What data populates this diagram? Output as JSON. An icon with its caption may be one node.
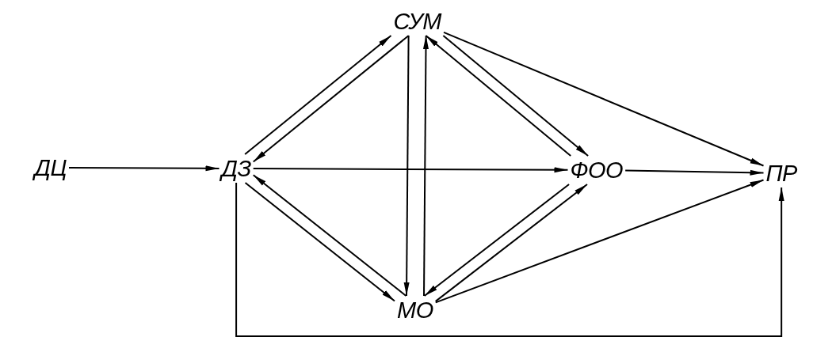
{
  "diagram": {
    "nodes": [
      {
        "text": [
          "ДЦ"
        ]
      },
      {
        "text": [
          "ДЗ"
        ]
      },
      {
        "text": [
          "СУМ"
        ]
      },
      {
        "text": [
          "ФОО"
        ]
      },
      {
        "text": [
          "МО"
        ]
      },
      {
        "text": [
          "ПР"
        ]
      }
    ],
    "edges": [
      {
        "from": 0,
        "to": 1,
        "arrow": "to"
      },
      {
        "from": 1,
        "to": 2,
        "arrow": "to"
      },
      {
        "from": 2,
        "to": 1,
        "arrow": "to"
      },
      {
        "from": 1,
        "to": 3,
        "arrow": "to"
      },
      {
        "from": 1,
        "to": 4,
        "arrow": "to"
      },
      {
        "from": 4,
        "to": 1,
        "arrow": "to"
      },
      {
        "from": 2,
        "to": 4,
        "arrow": "to"
      },
      {
        "from": 4,
        "to": 2,
        "arrow": "to"
      },
      {
        "from": 2,
        "to": 3,
        "arrow": "to"
      },
      {
        "from": 3,
        "to": 2,
        "arrow": "to"
      },
      {
        "from": 2,
        "to": 5,
        "arrow": "to"
      },
      {
        "from": 3,
        "to": 5,
        "arrow": "to"
      },
      {
        "from": 3,
        "to": 4,
        "arrow": "to"
      },
      {
        "from": 4,
        "to": 3,
        "arrow": "to"
      },
      {
        "from": 4,
        "to": 5,
        "arrow": "to"
      },
      {
        "from": 1,
        "to": 5,
        "arrow": "to"
      }
    ]
  }
}
